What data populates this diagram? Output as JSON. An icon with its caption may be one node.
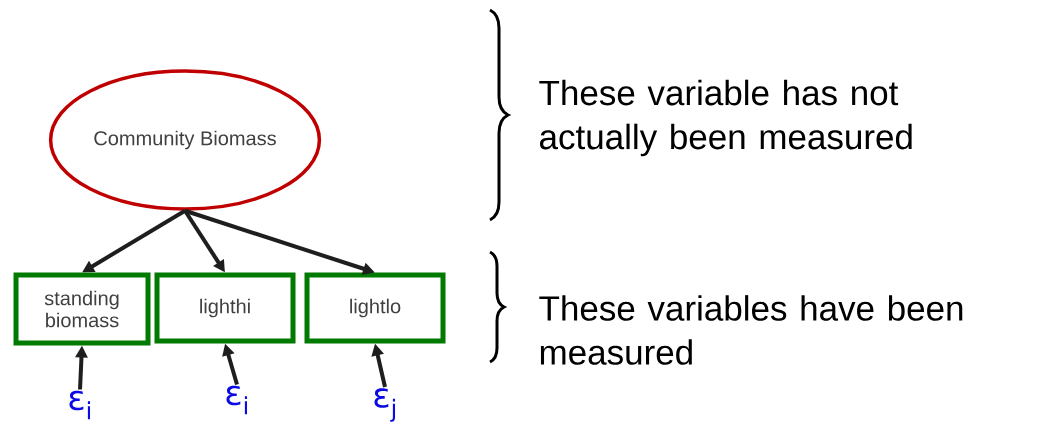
{
  "diagram": {
    "nodes": [
      {
        "text": [
          "Community Biomass"
        ]
      },
      {
        "text": [
          "standing biomass"
        ]
      },
      {
        "text": [
          "lighthi"
        ]
      },
      {
        "text": [
          "lightlo"
        ]
      },
      {
        "text": [
          "ε$_{i}$"
        ]
      },
      {
        "text": [
          "ε$_{i}$"
        ]
      },
      {
        "text": [
          "ε$_{j}$"
        ]
      }
    ],
    "edges": [
      {
        "from": 0,
        "to": 1,
        "arrow": "to"
      },
      {
        "from": 0,
        "to": 2,
        "arrow": "to"
      },
      {
        "from": 0,
        "to": 3,
        "arrow": "to"
      },
      {
        "from": 4,
        "to": 1,
        "arrow": "to"
      },
      {
        "from": 5,
        "to": 2,
        "arrow": "to"
      },
      {
        "from": 6,
        "to": 3,
        "arrow": "to"
      }
    ],
    "labels": [
      "These variable has not actually been measured",
      "These variables have been measured"
    ]
  }
}
